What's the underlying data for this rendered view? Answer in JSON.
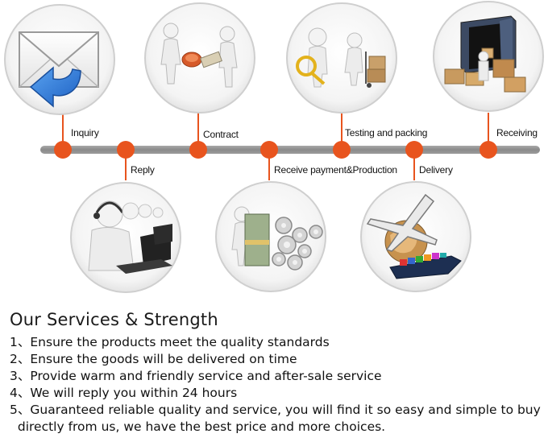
{
  "timeline": {
    "accent_color": "#e8541e",
    "line_color": "#8c8c8c",
    "steps": [
      {
        "label": "Inquiry",
        "icon": "envelope-reply-icon",
        "side": "top"
      },
      {
        "label": "Reply",
        "icon": "call-center-icon",
        "side": "bottom"
      },
      {
        "label": "Contract",
        "icon": "handshake-contract-icon",
        "side": "top"
      },
      {
        "label": "Receive payment&Production",
        "icon": "money-gears-icon",
        "side": "bottom"
      },
      {
        "label": "Testing and packing",
        "icon": "magnifier-boxes-icon",
        "side": "top"
      },
      {
        "label": "Delivery",
        "icon": "plane-ship-globe-icon",
        "side": "bottom"
      },
      {
        "label": "Receiving",
        "icon": "container-boxes-icon",
        "side": "top"
      }
    ]
  },
  "services": {
    "title": "Our Services & Strength",
    "items": [
      {
        "num": "1、",
        "text": "Ensure the products meet the quality standards"
      },
      {
        "num": "2、",
        "text": "Ensure the goods will be delivered on time"
      },
      {
        "num": "3、",
        "text": "Provide warm and friendly service and after-sale service"
      },
      {
        "num": "4、",
        "text": "We will reply you within 24 hours"
      },
      {
        "num": "5、",
        "text": "Guaranteed reliable quality and service, you will find it so easy and simple to buy"
      },
      {
        "num": "",
        "text": "  directly from us, we have the best price and more choices."
      }
    ]
  }
}
